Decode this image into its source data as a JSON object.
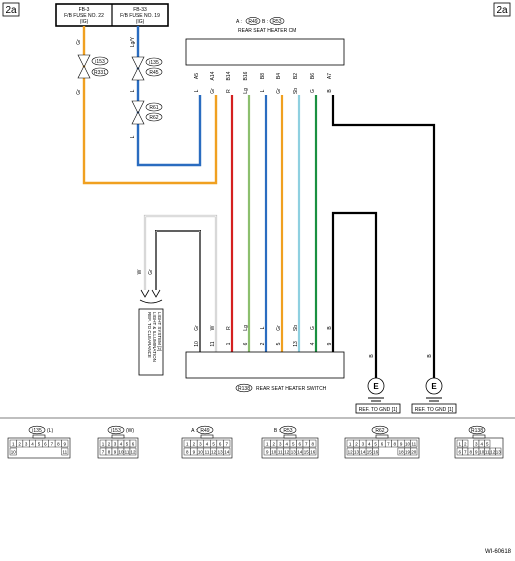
{
  "page_tag_left": "2a",
  "page_tag_right": "2a",
  "fuse_left": {
    "line1": "FB-3",
    "line2": "F/B FUSE NO. 22",
    "line3": "(IG)"
  },
  "fuse_right": {
    "line1": "FB-33",
    "line2": "F/B FUSE NO. 19",
    "line3": "(IG)"
  },
  "cm": {
    "label": "REAR SEAT HEATER CM",
    "conn_a_prefix": "A :",
    "conn_a": "R49",
    "conn_b_prefix": "B :",
    "conn_b": "R53"
  },
  "cm_pins": [
    "A5",
    "A14",
    "B14",
    "B16",
    "B8",
    "B4",
    "B2",
    "B6",
    "A7"
  ],
  "cm_wire_colors": [
    "L",
    "Gr",
    "R",
    "Lg",
    "L",
    "Gr",
    "Sb",
    "G",
    "B"
  ],
  "switch": {
    "label": "REAR SEAT HEATER SWITCH",
    "conn": "R138"
  },
  "switch_pins": [
    "10",
    "11",
    "1",
    "6",
    "2",
    "5",
    "13",
    "4",
    "9"
  ],
  "switch_wire_colors": [
    "Gr",
    "W",
    "R",
    "Lg",
    "L",
    "Gr",
    "Sb",
    "G",
    "B"
  ],
  "left_wire": {
    "top_color": "Gr",
    "conn_top": "i153",
    "conn_bottom": "R331",
    "bottom_color": "Gr"
  },
  "right_wire": {
    "top_color": "Lg/Y",
    "conn1": "i135",
    "conn2": "R45",
    "mid_color": "L",
    "conn3": "R61",
    "conn4": "R62",
    "bottom_color": "L"
  },
  "illum": {
    "wire1": "W",
    "wire2": "Gr",
    "ref_lines": [
      "REF. TO CLEARANCE",
      "LIGHT & ILLUMINATION",
      "LIGHT SYSTEM [2]"
    ]
  },
  "grounds": [
    {
      "wire": "B",
      "ground": "E",
      "ref": "REF. TO GND [1]"
    },
    {
      "wire": "B",
      "ground": "E",
      "ref": "REF. TO GND [1]"
    }
  ],
  "connectors": [
    {
      "id": "i135",
      "suffix": "(L)",
      "top": [
        "1",
        "2",
        "3",
        "4",
        "5",
        "6",
        "7",
        "8",
        "9"
      ],
      "bottom": [
        "10",
        "",
        "",
        "",
        "",
        "",
        "",
        "",
        "11"
      ]
    },
    {
      "id": "i153",
      "suffix": "(W)",
      "top": [
        "1",
        "2",
        "3",
        "4",
        "5",
        "6"
      ],
      "bottom": [
        "7",
        "8",
        "9",
        "10",
        "11",
        "12"
      ]
    },
    {
      "id": "R49",
      "prefix": "A :",
      "top": [
        "1",
        "2",
        "3",
        "4",
        "5",
        "6",
        "7"
      ],
      "bottom": [
        "8",
        "9",
        "10",
        "11",
        "12",
        "13",
        "14"
      ]
    },
    {
      "id": "R53",
      "prefix": "B :",
      "top": [
        "1",
        "2",
        "3",
        "4",
        "5",
        "6",
        "7",
        "8"
      ],
      "bottom": [
        "9",
        "10",
        "11",
        "12",
        "13",
        "14",
        "15",
        "16"
      ]
    },
    {
      "id": "R62",
      "top": [
        "1",
        "2",
        "3",
        "4",
        "5",
        "6",
        "7",
        "8",
        "9",
        "10",
        "11"
      ],
      "bottom": [
        "12",
        "13",
        "14",
        "15",
        "16",
        "",
        "",
        "",
        "18",
        "19",
        "20"
      ]
    },
    {
      "id": "R138",
      "top": [
        "1",
        "2",
        "",
        "3",
        "4",
        "5"
      ],
      "bottom": [
        "6",
        "7",
        "8",
        "9",
        "10",
        "11",
        "12",
        "13"
      ]
    }
  ],
  "diagram_id": "WI-60618",
  "colors": {
    "orange": "#f0a020",
    "blue": "#2a6cc0",
    "red": "#d42020",
    "lightgreen": "#8cbf6e",
    "skyblue": "#8fd0e0",
    "green": "#1a9040",
    "black": "#000000",
    "white_wire": "#b8b8b8"
  }
}
